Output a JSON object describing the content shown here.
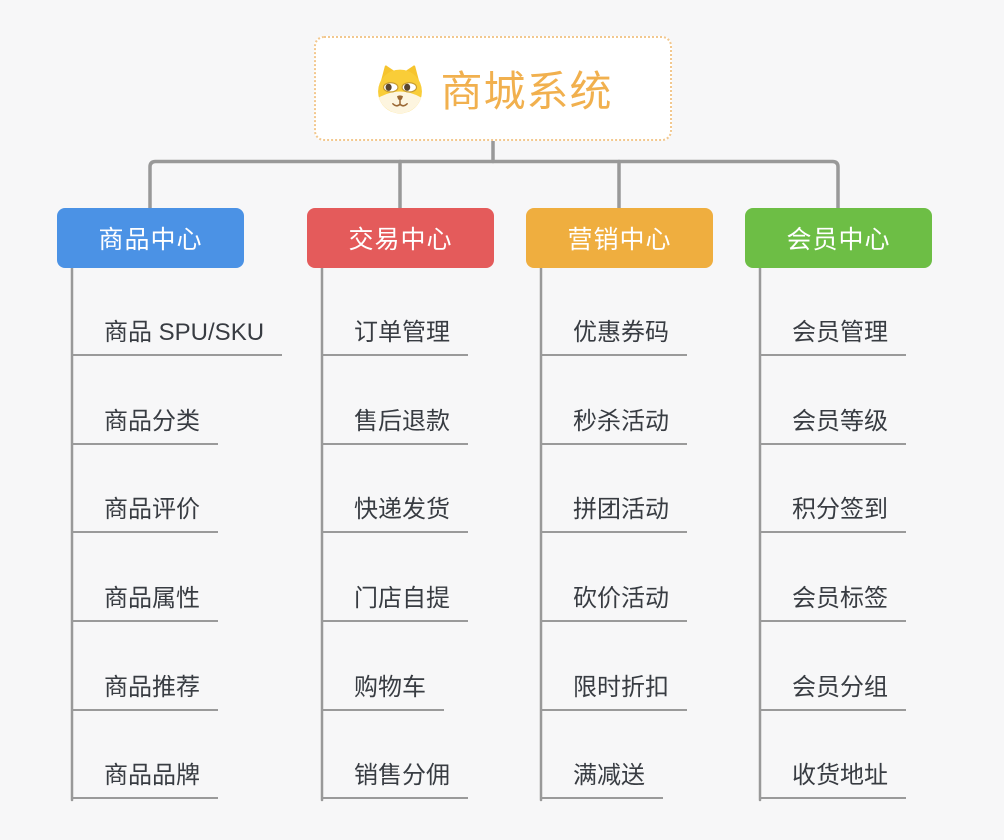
{
  "root": {
    "title": "商城系统",
    "icon": "dog-face-icon",
    "title_color": "#f1b04e",
    "border_color": "#f2c88f",
    "background": "#ffffff"
  },
  "canvas": {
    "background_color": "#f7f7f8",
    "connector_color": "#999999",
    "leaf_underline_color": "#9a9a9a",
    "leaf_text_color": "#383c42"
  },
  "branches": [
    {
      "label": "商品中心",
      "color": "#4b92e5",
      "items": [
        "商品 SPU/SKU",
        "商品分类",
        "商品评价",
        "商品属性",
        "商品推荐",
        "商品品牌"
      ]
    },
    {
      "label": "交易中心",
      "color": "#e45b5b",
      "items": [
        "订单管理",
        "售后退款",
        "快递发货",
        "门店自提",
        "购物车",
        "销售分佣"
      ]
    },
    {
      "label": "营销中心",
      "color": "#efae3f",
      "items": [
        "优惠券码",
        "秒杀活动",
        "拼团活动",
        "砍价活动",
        "限时折扣",
        "满减送"
      ]
    },
    {
      "label": "会员中心",
      "color": "#6dbe45",
      "items": [
        "会员管理",
        "会员等级",
        "积分签到",
        "会员标签",
        "会员分组",
        "收货地址"
      ]
    }
  ]
}
